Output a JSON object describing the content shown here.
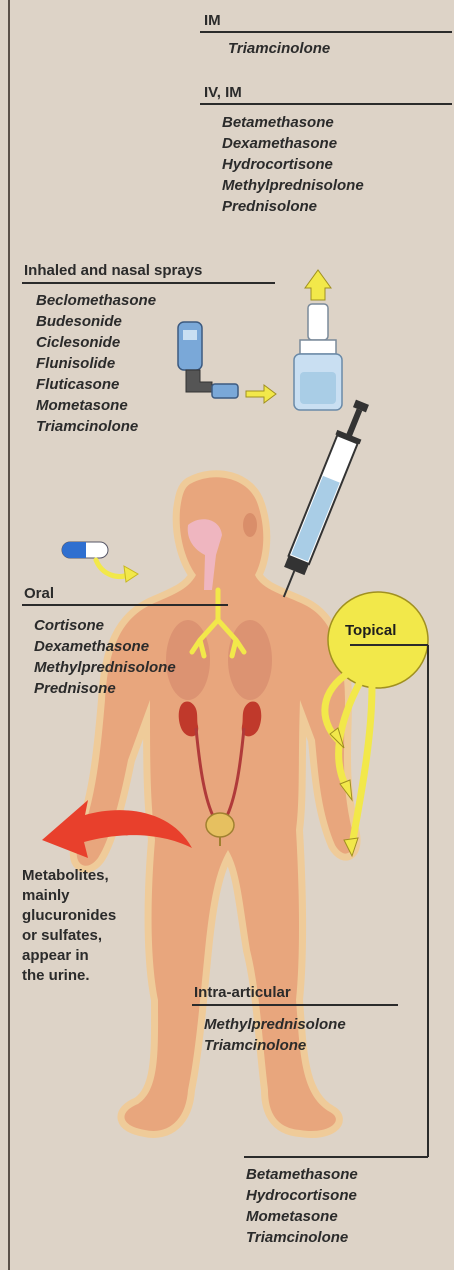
{
  "routes": {
    "im": {
      "heading": "IM",
      "drugs": [
        "Triamcinolone"
      ]
    },
    "iv_im": {
      "heading": "IV, IM",
      "drugs": [
        "Betamethasone",
        "Dexamethasone",
        "Hydrocortisone",
        "Methylprednisolone",
        "Prednisolone"
      ]
    },
    "inhaled": {
      "heading": "Inhaled and nasal sprays",
      "drugs": [
        "Beclomethasone",
        "Budesonide",
        "Ciclesonide",
        "Flunisolide",
        "Fluticasone",
        "Mometasone",
        "Triamcinolone"
      ]
    },
    "oral": {
      "heading": "Oral",
      "drugs": [
        "Cortisone",
        "Dexamethasone",
        "Methylprednisolone",
        "Prednisone"
      ]
    },
    "topical": {
      "heading": "Topical",
      "drugs": [
        "Betamethasone",
        "Hydrocortisone",
        "Mometasone",
        "Triamcinolone"
      ]
    },
    "intra_articular": {
      "heading": "Intra-articular",
      "drugs": [
        "Methylprednisolone",
        "Triamcinolone"
      ]
    }
  },
  "excretion": {
    "lines": [
      "Metabolites,",
      "mainly",
      "glucuronides",
      "or sulfates,",
      "appear in",
      "the urine."
    ]
  },
  "colors": {
    "background": "#ddd3c7",
    "body": "#e7a27a",
    "body_glow": "#f6c98a",
    "arrow_yellow": "#f2e84a",
    "arrow_red": "#e8402c",
    "syringe_fluid": "#a9cde6",
    "kidney": "#c0392b"
  },
  "icons": [
    "inhaler-icon",
    "nasal-spray-icon",
    "syringe-icon",
    "capsule-icon",
    "lungs-icon",
    "kidneys-icon",
    "bladder-icon"
  ]
}
